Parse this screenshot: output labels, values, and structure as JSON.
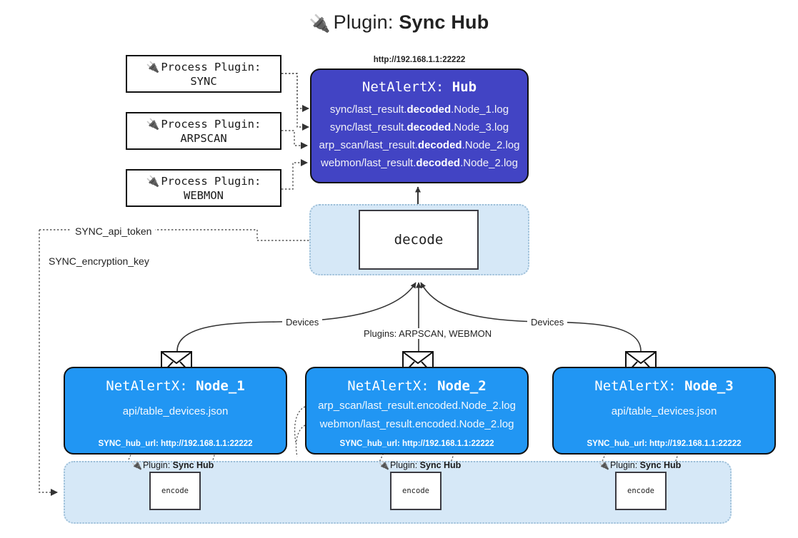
{
  "title": {
    "icon": "plug-icon",
    "prefix": "Plugin:",
    "name": "Sync Hub"
  },
  "process_plugins": [
    {
      "icon": "plug-icon",
      "label": "Process Plugin:",
      "name": "SYNC"
    },
    {
      "icon": "plug-icon",
      "label": "Process Plugin:",
      "name": "ARPSCAN"
    },
    {
      "icon": "plug-icon",
      "label": "Process Plugin:",
      "name": "WEBMON"
    }
  ],
  "hub": {
    "url": "http://192.168.1.1:22222",
    "app": "NetAlertX:",
    "name": "Hub",
    "logs": [
      {
        "pre": "sync/last_result.",
        "mid": "decoded",
        "post": ".Node_1.log"
      },
      {
        "pre": "sync/last_result.",
        "mid": "decoded",
        "post": ".Node_3.log"
      },
      {
        "pre": "arp_scan/last_result.",
        "mid": "decoded",
        "post": ".Node_2.log"
      },
      {
        "pre": "webmon/last_result.",
        "mid": "decoded",
        "post": ".Node_2.log"
      }
    ]
  },
  "decode": {
    "label": "decode"
  },
  "tokens": {
    "api_token": "SYNC_api_token",
    "encryption_key": "SYNC_encryption_key"
  },
  "edge_labels": {
    "devices_left": "Devices",
    "devices_right": "Devices",
    "plugins_center": "Plugins: ARPSCAN, WEBMON"
  },
  "nodes": [
    {
      "app": "NetAlertX:",
      "name": "Node_1",
      "lines": [
        "api/table_devices.json"
      ],
      "footer": "SYNC_hub_url: http://192.168.1.1:22222",
      "envelope": "envelope-icon"
    },
    {
      "app": "NetAlertX:",
      "name": "Node_2",
      "lines": [
        "arp_scan/last_result.encoded.Node_2.log",
        "webmon/last_result.encoded.Node_2.log"
      ],
      "footer": "SYNC_hub_url: http://192.168.1.1:22222",
      "envelope": "envelope-icon"
    },
    {
      "app": "NetAlertX:",
      "name": "Node_3",
      "lines": [
        "api/table_devices.json"
      ],
      "footer": "SYNC_hub_url: http://192.168.1.1:22222",
      "envelope": "envelope-icon"
    }
  ],
  "encoders": [
    {
      "icon": "plug-icon",
      "prefix": "Plugin:",
      "name": "Sync Hub",
      "box": "encode"
    },
    {
      "icon": "plug-icon",
      "prefix": "Plugin:",
      "name": "Sync Hub",
      "box": "encode"
    },
    {
      "icon": "plug-icon",
      "prefix": "Plugin:",
      "name": "Sync Hub",
      "box": "encode"
    }
  ],
  "colors": {
    "hub_fill": "#4244c4",
    "node_fill": "#2196f3",
    "container_fill": "#d6e8f7",
    "container_border": "#9dbfd8",
    "stroke": "#111111"
  }
}
